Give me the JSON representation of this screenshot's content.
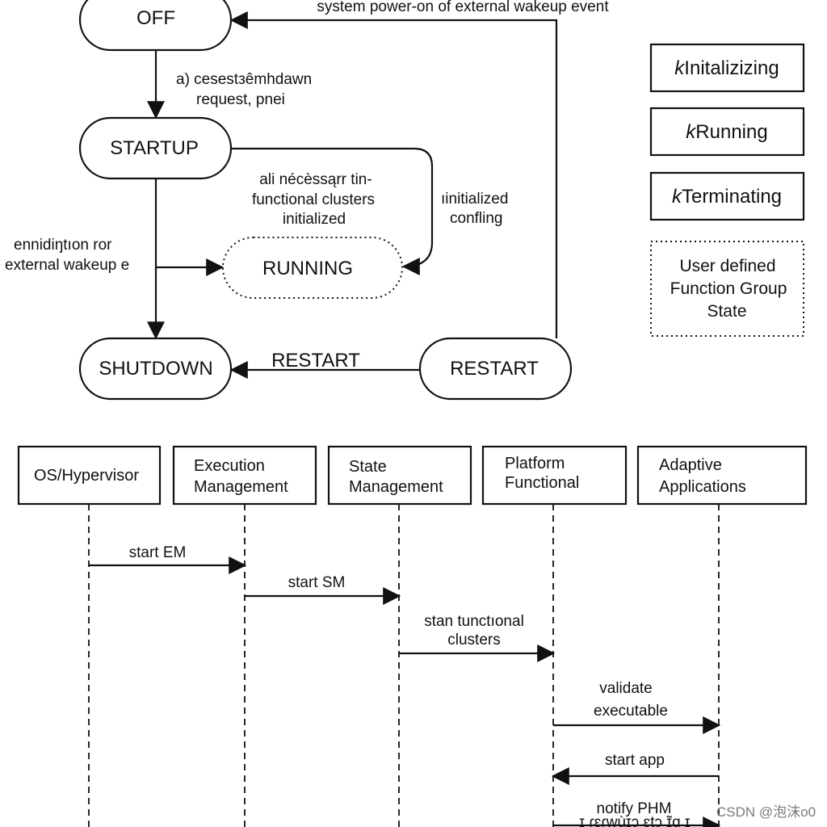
{
  "state_machine": {
    "states": {
      "off": "OFF",
      "startup": "STARTUP",
      "running": "RUNNING",
      "shutdown": "SHUTDOWN",
      "restart": "RESTART"
    },
    "transitions": {
      "top_return": "system power-on of external wakeup event",
      "off_to_startup_line1": "a) cesestзêmhdawn",
      "off_to_startup_line2": "request, pnei",
      "startup_mid_line1": "ali nécèssąrr tin-",
      "startup_mid_line2": "functional clusters",
      "startup_mid_line3": "initialized",
      "startup_right_line1": "ıinitialized",
      "startup_right_line2": "confling",
      "left_to_running_line1": "ennidiŋtıon ror",
      "left_to_running_line2": "external wakeup e",
      "restart_to_shutdown": "RESTART"
    }
  },
  "legend": {
    "items": [
      {
        "prefix": "k",
        "label": "Initalizizing"
      },
      {
        "prefix": "k",
        "label": "Running"
      },
      {
        "prefix": "k",
        "label": "Terminating"
      }
    ],
    "user_defined": [
      "User defined",
      "Function Group",
      "State"
    ]
  },
  "sequence": {
    "participants": [
      {
        "lines": [
          "OS/Hypervisor"
        ]
      },
      {
        "lines": [
          "Execution",
          "Management"
        ]
      },
      {
        "lines": [
          "State",
          "Management"
        ]
      },
      {
        "lines": [
          "Platform",
          "Functional"
        ]
      },
      {
        "lines": [
          "Adaptive",
          "Applications"
        ]
      }
    ],
    "messages": [
      {
        "lines": [
          "start EM"
        ],
        "from": 0,
        "to": 1
      },
      {
        "lines": [
          "start SM"
        ],
        "from": 1,
        "to": 2
      },
      {
        "lines": [
          "stan tunctıonal",
          "clusters"
        ],
        "from": 2,
        "to": 3
      },
      {
        "lines": [
          "validate",
          "executable"
        ],
        "from": 3,
        "to": 4
      },
      {
        "lines": [
          "start app"
        ],
        "from": 4,
        "to": 3
      },
      {
        "lines": [
          "notify PHM"
        ],
        "from": 3,
        "to": 4
      }
    ],
    "footer_partial": "ɪ ɾɛɾwùɪɔ ɛtɔ ɪ̃ɑ ɪ"
  },
  "watermark": "CSDN @泡沫o0"
}
